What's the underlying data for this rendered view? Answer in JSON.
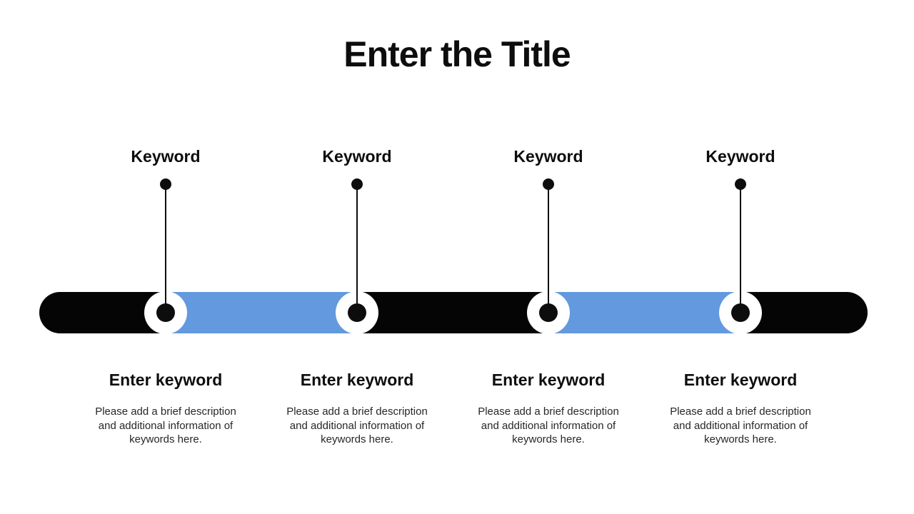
{
  "title": "Enter the Title",
  "colors": {
    "background": "#ffffff",
    "ink": "#0d0d0d",
    "bar_black": "#050505",
    "bar_blue": "#6399de",
    "description_text": "#272727"
  },
  "timeline": {
    "items": [
      {
        "keyword": "Keyword",
        "heading": "Enter keyword",
        "description": "Please add a brief description and additional information of keywords here."
      },
      {
        "keyword": "Keyword",
        "heading": "Enter keyword",
        "description": "Please add a brief description and additional information of keywords here."
      },
      {
        "keyword": "Keyword",
        "heading": "Enter keyword",
        "description": "Please add a brief description and additional information of keywords here."
      },
      {
        "keyword": "Keyword",
        "heading": "Enter keyword",
        "description": "Please add a brief description and additional information of keywords here."
      }
    ]
  }
}
